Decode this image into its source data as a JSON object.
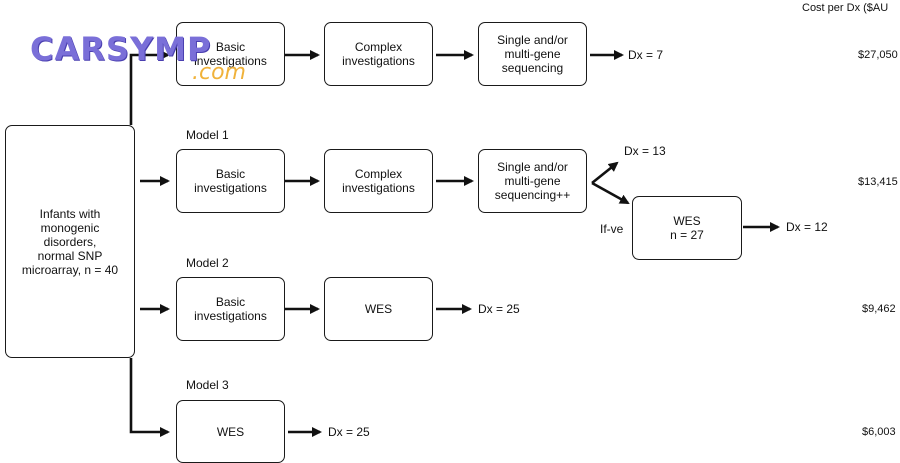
{
  "header": {
    "cost_title": "Cost per Dx ($AU"
  },
  "patients_box": "Infants with\nmonogenic\ndisorders,\nnormal SNP\nmicroarray, n = 40",
  "standard_pathway": {
    "steps": [
      "Basic\ninvestigations",
      "Complex\ninvestigations",
      "Single and/or\nmulti-gene\nsequencing"
    ],
    "result": "Dx = 7",
    "cost": "$27,050"
  },
  "model1": {
    "label": "Model 1",
    "steps": [
      "Basic\ninvestigations",
      "Complex\ninvestigations",
      "Single and/or\nmulti-gene\nsequencing++"
    ],
    "result_pos": "Dx = 13",
    "branch_label": "If-ve",
    "wes_box": "WES\nn = 27",
    "result_wes": "Dx = 12",
    "cost": "$13,415"
  },
  "model2": {
    "label": "Model 2",
    "steps": [
      "Basic\ninvestigations",
      "WES"
    ],
    "result": "Dx = 25",
    "cost": "$9,462"
  },
  "model3": {
    "label": "Model 3",
    "steps": [
      "WES"
    ],
    "result": "Dx = 25",
    "cost": "$6,003"
  },
  "watermark": {
    "main": "CARSYMP",
    "sub": ".com",
    "color": "#7a6fd8"
  }
}
